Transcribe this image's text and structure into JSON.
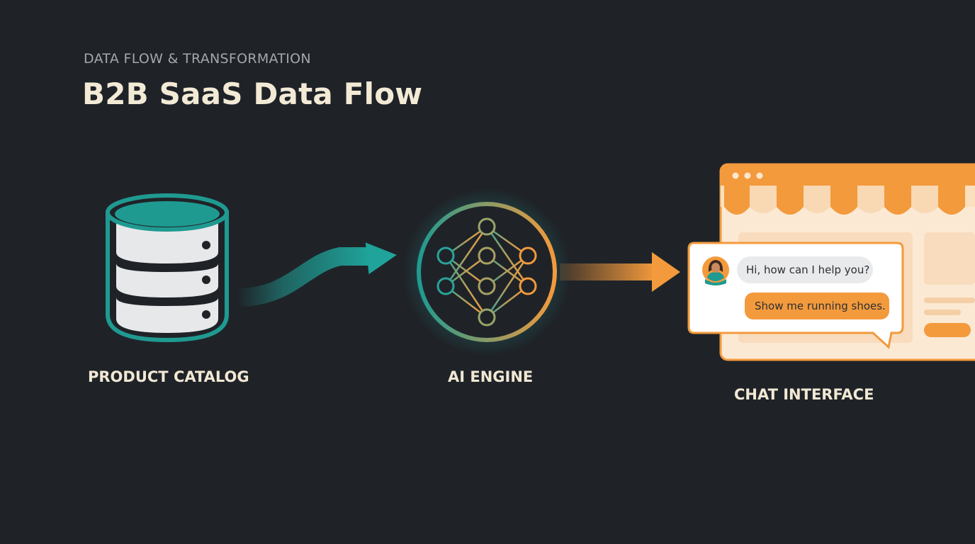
{
  "header": {
    "eyebrow": "DATA FLOW & TRANSFORMATION",
    "title": "B2B SaaS Data Flow"
  },
  "nodes": {
    "catalog": {
      "label": "PRODUCT CATALOG",
      "icon": "database-icon"
    },
    "engine": {
      "label": "AI ENGINE",
      "icon": "neural-network-icon"
    },
    "chat": {
      "label": "CHAT INTERFACE",
      "icon": "storefront-icon"
    }
  },
  "chat": {
    "bot_message": "Hi, how can I help you?",
    "user_message": "Show me running shoes."
  },
  "colors": {
    "background": "#1f2328",
    "teal": "#1f9a91",
    "orange": "#f39a3c",
    "cream": "#f3ead6"
  }
}
